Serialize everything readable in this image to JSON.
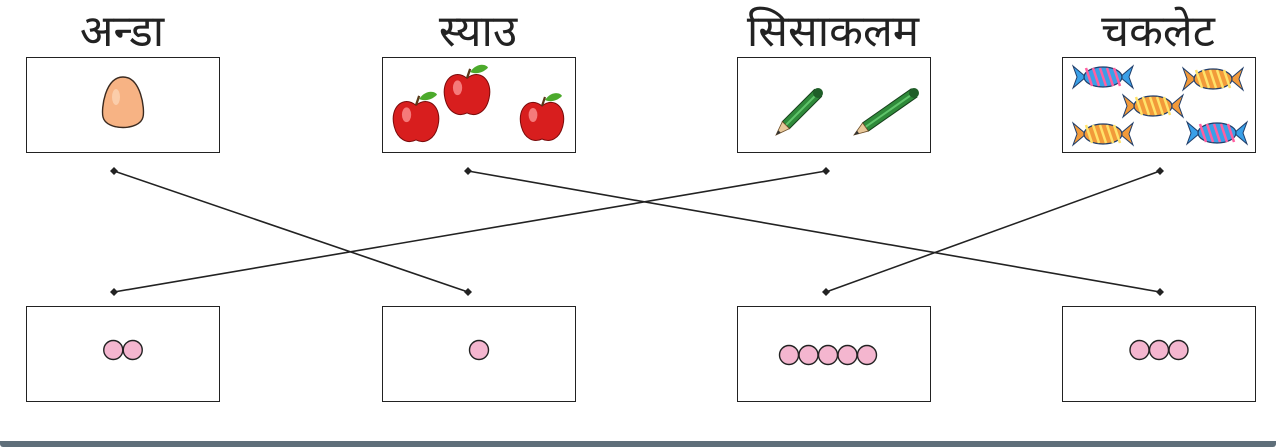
{
  "top_items": [
    {
      "word": "अन्डा",
      "icon": "egg-icon",
      "count": 1
    },
    {
      "word": "स्याउ",
      "icon": "apple-icon",
      "count": 3
    },
    {
      "word": "सिसाकलम",
      "icon": "pencil-icon",
      "count": 2
    },
    {
      "word": "चकलेट",
      "icon": "candy-icon",
      "count": 5
    }
  ],
  "bottom_counts": [
    2,
    1,
    5,
    3
  ],
  "connections": [
    {
      "from": 0,
      "to": 1
    },
    {
      "from": 1,
      "to": 3
    },
    {
      "from": 2,
      "to": 0
    },
    {
      "from": 3,
      "to": 2
    }
  ],
  "colors": {
    "line": "#222222",
    "dot_fill": "#f4b6cf",
    "egg": "#f7b384",
    "apple": "#d81e1e",
    "pencil": "#2f8a3a",
    "candy_blue": "#3aa0e8",
    "candy_orange": "#f29a3a",
    "frame": "#5f6f7a"
  }
}
